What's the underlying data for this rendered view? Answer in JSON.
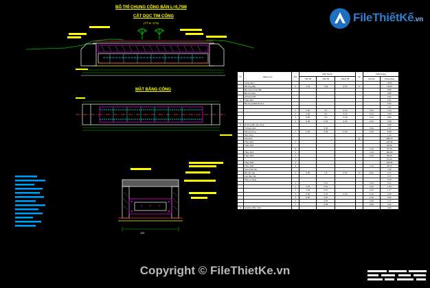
{
  "drawing": {
    "main_title": "BỐ TRÍ CHUNG CỐNG BẢN L=0,75M",
    "section_title": "CẮT DỌC TIM CỐNG",
    "section_scale": "(TỶ lệ: 1/75)",
    "plan_title": "MẶT BẰNG CỐNG",
    "cross_dim": "110"
  },
  "watermark": {
    "logo_text": "FileThiếtKế",
    "logo_suffix": ".vn",
    "copyright": "Copyright © FileThietKe.vn"
  },
  "quantity_table": {
    "headers": [
      "TT",
      "Hạng mục",
      "ĐV",
      "CM TB",
      "Dài TB",
      "Rộng TB",
      "Số",
      "Chi tiết",
      "Tổng cộng"
    ],
    "header_group": "Kích thước",
    "header_group2": "Khối lượng",
    "rows": [
      [
        "I",
        "Cống bản L",
        "",
        "",
        "",
        "",
        "",
        "",
        "13.83"
      ],
      [
        "",
        "Bê tông đáy",
        "1",
        "0.15",
        "1.45",
        "0.15",
        "m³",
        "",
        "13.83"
      ],
      [
        "",
        "Bê tông tường đầu",
        "",
        "",
        "",
        "",
        "",
        "",
        "8.80"
      ],
      [
        "",
        "Bê tông tấm",
        "",
        "",
        "",
        "",
        "",
        "",
        "8.80"
      ],
      [
        "",
        "Cốt thép D8",
        "",
        "",
        "",
        "",
        "",
        "",
        "3.61"
      ],
      [
        "1",
        "Thép D10",
        "",
        "",
        "",
        "",
        "",
        "",
        "1.91"
      ],
      [
        "",
        "Bê tông M200 đá 1x2",
        "",
        "",
        "",
        "",
        "",
        "",
        "5.20"
      ],
      [
        "",
        "",
        "",
        "",
        "",
        "",
        "",
        "",
        "4.13"
      ],
      [
        "",
        "",
        "1",
        "0.30",
        "3.0",
        "0.15",
        "",
        "0.24",
        "1.24"
      ],
      [
        "",
        "",
        "2",
        "0.30",
        "3.0",
        "0.15",
        "",
        "0.24",
        "0.35"
      ],
      [
        "",
        "",
        "3",
        "0.25",
        "2.0",
        "0.25",
        "",
        "0.24",
        "0.83"
      ],
      [
        "",
        "",
        "4",
        "0.25",
        "0.45",
        "0.25",
        "",
        "0.24",
        "0.45"
      ],
      [
        "II",
        "Đường dẫn vào cống",
        "",
        "",
        "",
        "",
        "",
        "",
        "2.85"
      ],
      [
        "",
        "Tường cánh",
        "",
        "",
        "0.30",
        "",
        "",
        "0.24",
        "1.27"
      ],
      [
        "",
        "Móng tường",
        "1",
        "0.25",
        "0.35",
        "0.25",
        "",
        "0.34",
        "0.66"
      ],
      [
        "",
        "Sân cống",
        "",
        "",
        "",
        "",
        "",
        "",
        "1.20"
      ],
      [
        "",
        "Cốt thép",
        "",
        "",
        "",
        "",
        "kg",
        "",
        "298.70"
      ],
      [
        "",
        "Thép D10",
        "4",
        "",
        "",
        "",
        "",
        "",
        "426.24"
      ],
      [
        "",
        "Thép D12",
        "",
        "",
        "",
        "",
        "",
        "",
        "90.90"
      ],
      [
        "",
        "",
        "5",
        "",
        "",
        "",
        "",
        "1.22",
        "97.30"
      ],
      [
        "",
        "Thép D14",
        "1",
        "",
        "",
        "",
        "",
        "1.22",
        "196.46"
      ],
      [
        "",
        "Thép D16",
        "2",
        "",
        "",
        "",
        "",
        "2.24",
        "89.25"
      ],
      [
        "",
        "",
        "3",
        "",
        "",
        "",
        "",
        "",
        "21.00"
      ],
      [
        "",
        "Thép D18",
        "4",
        "",
        "",
        "",
        "",
        "",
        "125.63"
      ],
      [
        "",
        "Thép D20",
        "6",
        "",
        "",
        "",
        "",
        "1.24",
        "68.42"
      ],
      [
        "",
        "Gia cố đá hộc",
        "",
        "",
        "",
        "",
        "",
        "",
        "7.20"
      ],
      [
        "",
        "Đá hộc xây",
        "1",
        "0.30",
        "1.5",
        "0.30",
        "m³",
        "0.22",
        "5.72"
      ],
      [
        "",
        "Lớp đệm đá",
        "",
        "",
        "",
        "",
        "",
        "",
        "0.77"
      ],
      [
        "",
        "Vữa xi măng",
        "",
        "",
        "",
        "",
        "",
        "",
        "0.70"
      ],
      [
        "",
        "",
        "1",
        "",
        "0.10",
        "",
        "",
        "0.24",
        "5.11"
      ],
      [
        "",
        "",
        "2",
        "0.23",
        "0.10",
        "",
        "",
        "0.22",
        "1.23"
      ],
      [
        "",
        "",
        "3",
        "0.25",
        "0.16",
        "",
        "",
        "0.22",
        "1.77"
      ],
      [
        "",
        "",
        "4",
        "0.25",
        "0.15",
        "0.55",
        "",
        "0.16",
        "0.35"
      ],
      [
        "",
        "",
        "5",
        "0.25",
        "0.16",
        "",
        "",
        "0.16",
        "0.51"
      ],
      [
        "",
        "",
        "6",
        "",
        "0.25",
        "",
        "",
        "0.35",
        "1.77"
      ],
      [
        "",
        "",
        "7",
        "",
        "0.25",
        "",
        "",
        "0.35",
        "4.41"
      ],
      [
        "II",
        "Cát đen đầm chặt",
        "",
        "",
        "",
        "",
        "",
        "",
        "3.00"
      ]
    ]
  }
}
